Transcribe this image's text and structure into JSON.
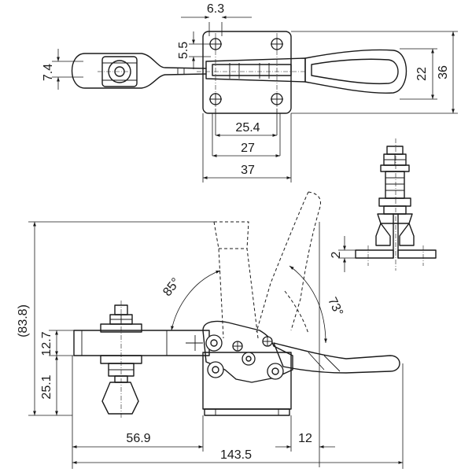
{
  "dimensions": {
    "d_6_3": "6.3",
    "d_5_5": "5.5",
    "d_7_4": "7.4",
    "d_22": "22",
    "d_36": "36",
    "d_25_4": "25.4",
    "d_27": "27",
    "d_37": "37",
    "d_2": "2",
    "d_85": "85°",
    "d_73": "73°",
    "d_83_8": "(83.8)",
    "d_12_7": "12.7",
    "d_25_1": "25.1",
    "d_56_9": "56.9",
    "d_12": "12",
    "d_143_5": "143.5"
  },
  "colors": {
    "line": "#1a1a1a",
    "background": "#ffffff"
  }
}
